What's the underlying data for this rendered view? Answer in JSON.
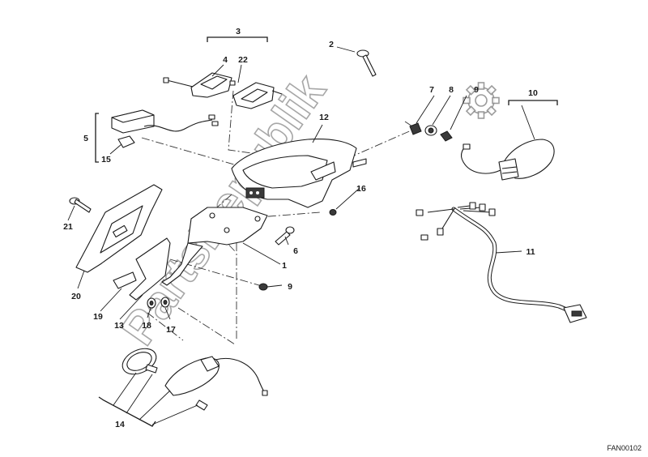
{
  "drawing_code": "FAN00102",
  "watermark": {
    "text": "PartsRepublik",
    "icon": "gear-icon"
  },
  "callouts": {
    "c1": "1",
    "c2": "2",
    "c3": "3",
    "c4": "4",
    "c5": "5",
    "c6": "6",
    "c7": "7",
    "c8": "8",
    "c9a": "9",
    "c9b": "9",
    "c10": "10",
    "c11": "11",
    "c12": "12",
    "c13": "13",
    "c14": "14",
    "c15": "15",
    "c16": "16",
    "c17": "17",
    "c18": "18",
    "c19": "19",
    "c20": "20",
    "c21": "21",
    "c22": "22"
  }
}
